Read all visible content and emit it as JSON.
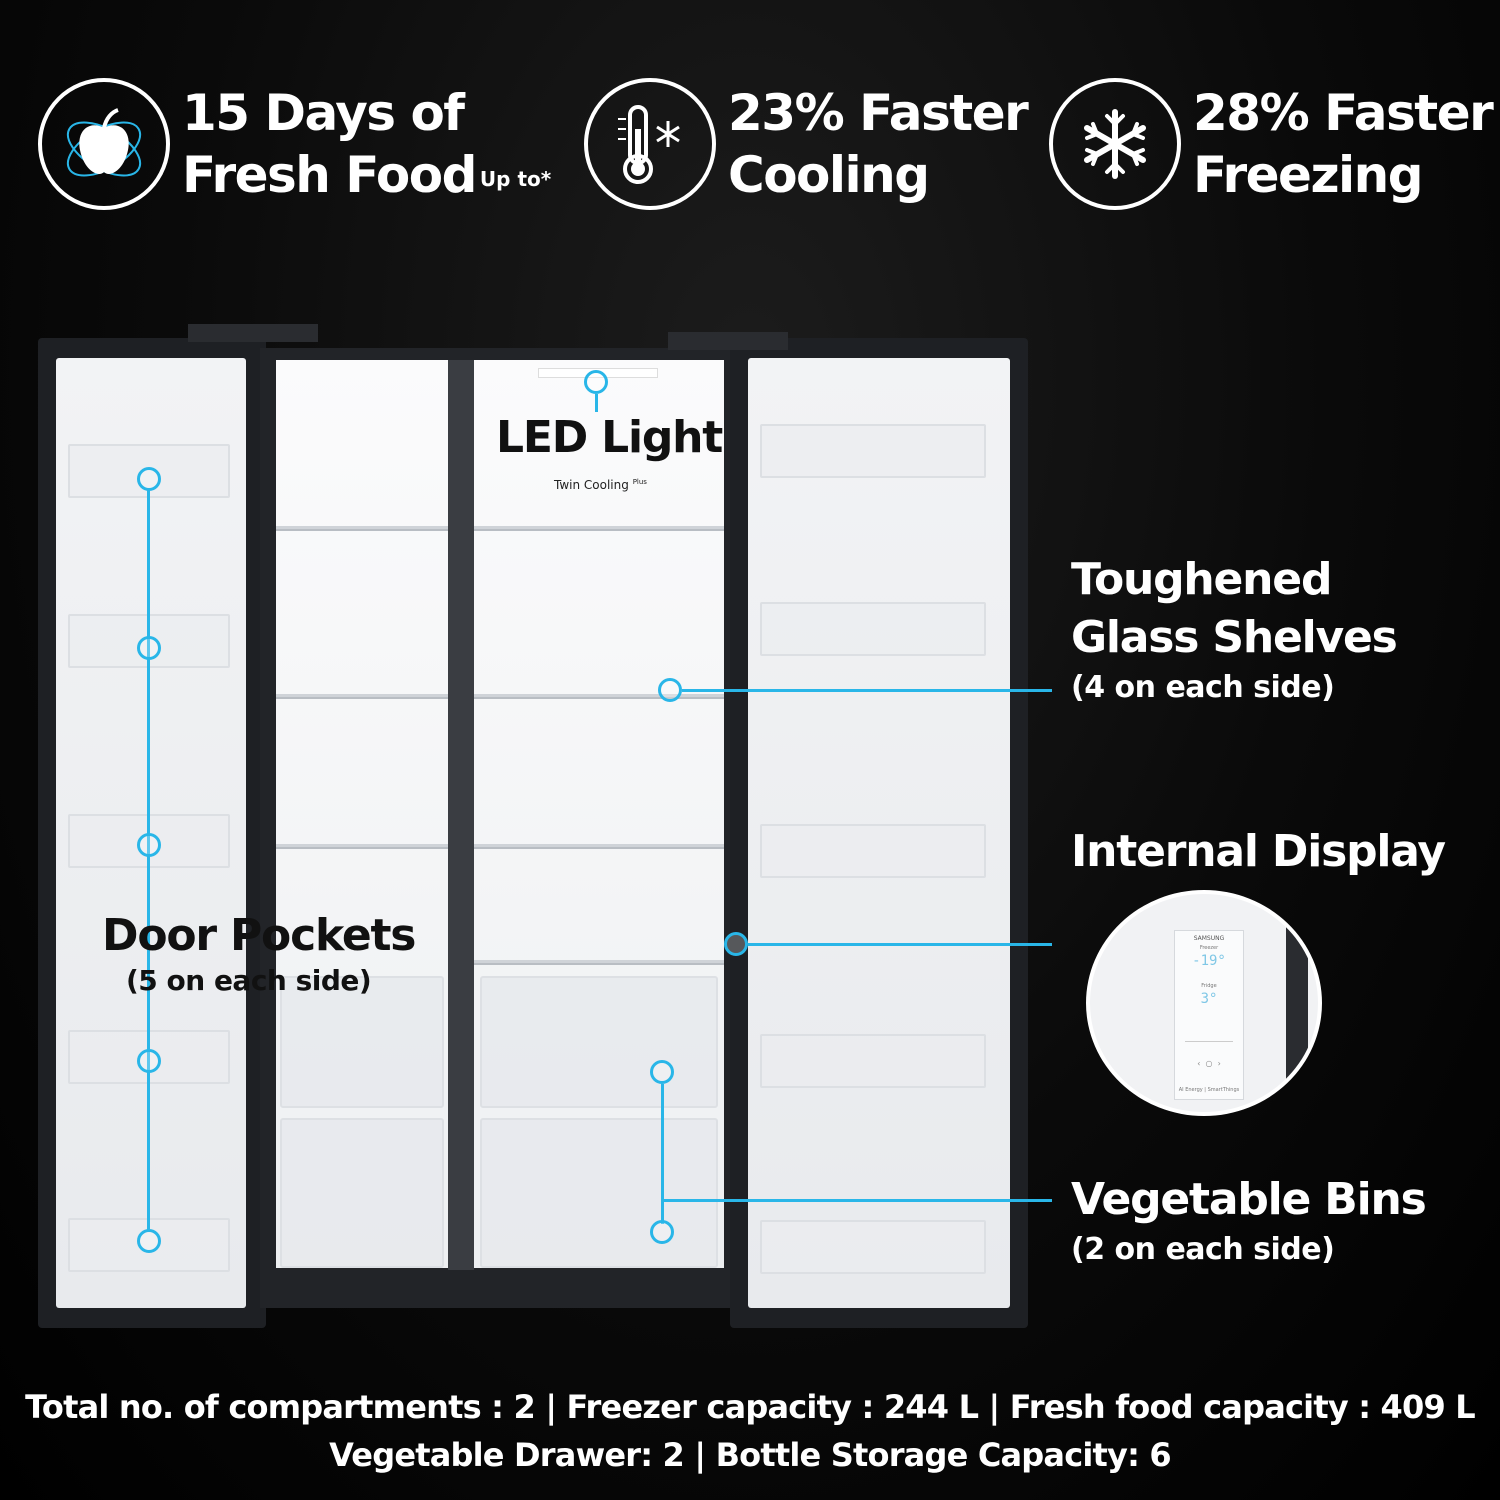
{
  "features": [
    {
      "line1": "15 Days of",
      "line2": "Fresh Food",
      "suffix": "Up to*",
      "icon": "apple-icon"
    },
    {
      "line1": "23% Faster",
      "line2": "Cooling",
      "icon": "thermometer-snowflake-icon"
    },
    {
      "line1": "28% Faster",
      "line2": "Freezing",
      "icon": "snowflake-icon"
    }
  ],
  "callouts": {
    "led_light": "LED Light",
    "twin_cooling": "Twin Cooling",
    "twin_cooling_sup": "Plus",
    "door_pockets": "Door Pockets",
    "door_pockets_sub": "(5 on each side)",
    "glass_shelves_1": "Toughened",
    "glass_shelves_2": "Glass Shelves",
    "glass_shelves_sub": "(4 on each side)",
    "internal_display": "Internal Display",
    "vegetable_bins": "Vegetable Bins",
    "vegetable_bins_sub": "(2 on each side)"
  },
  "display_panel": {
    "brand": "SAMSUNG",
    "freezer_label": "Freezer",
    "freezer_temp": "-19°",
    "fridge_label": "Fridge",
    "fridge_temp": "3°",
    "bottom_text": "AI Energy | SmartThings"
  },
  "specs": {
    "line1": "Total no. of compartments : 2 | Freezer capacity : 244 L | Fresh food capacity : 409 L",
    "line2": "Vegetable Drawer: 2 | Bottle Storage Capacity: 6"
  },
  "colors": {
    "accent": "#29b6e8",
    "background": "#000000"
  }
}
